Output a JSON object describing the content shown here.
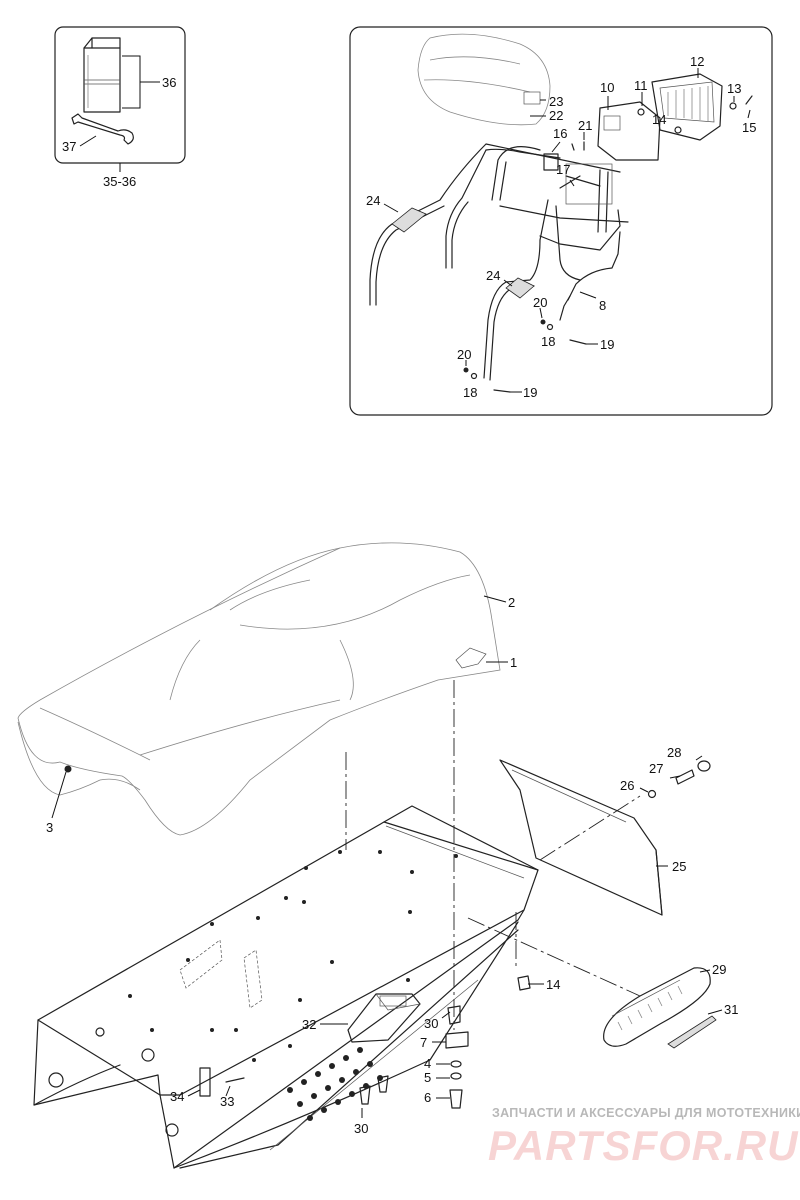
{
  "inset_small": {
    "labels": [
      {
        "id": "36",
        "text": "36"
      },
      {
        "id": "37",
        "text": "37"
      },
      {
        "id": "group",
        "text": "35-36"
      }
    ]
  },
  "inset_rack": {
    "labels": [
      {
        "id": "23",
        "text": "23"
      },
      {
        "id": "22",
        "text": "22"
      },
      {
        "id": "10",
        "text": "10"
      },
      {
        "id": "11",
        "text": "11"
      },
      {
        "id": "12",
        "text": "12"
      },
      {
        "id": "13",
        "text": "13"
      },
      {
        "id": "14",
        "text": "14"
      },
      {
        "id": "15",
        "text": "15"
      },
      {
        "id": "16",
        "text": "16"
      },
      {
        "id": "21",
        "text": "21"
      },
      {
        "id": "17",
        "text": "17"
      },
      {
        "id": "24a",
        "text": "24"
      },
      {
        "id": "24b",
        "text": "24"
      },
      {
        "id": "8",
        "text": "8"
      },
      {
        "id": "20a",
        "text": "20"
      },
      {
        "id": "18a",
        "text": "18"
      },
      {
        "id": "19a",
        "text": "19"
      },
      {
        "id": "20b",
        "text": "20"
      },
      {
        "id": "18b",
        "text": "18"
      },
      {
        "id": "19b",
        "text": "19"
      }
    ]
  },
  "main": {
    "labels": [
      {
        "id": "2",
        "text": "2"
      },
      {
        "id": "1",
        "text": "1"
      },
      {
        "id": "3",
        "text": "3"
      },
      {
        "id": "28",
        "text": "28"
      },
      {
        "id": "27",
        "text": "27"
      },
      {
        "id": "26",
        "text": "26"
      },
      {
        "id": "25",
        "text": "25"
      },
      {
        "id": "29",
        "text": "29"
      },
      {
        "id": "31",
        "text": "31"
      },
      {
        "id": "14",
        "text": "14"
      },
      {
        "id": "30a",
        "text": "30"
      },
      {
        "id": "7",
        "text": "7"
      },
      {
        "id": "4",
        "text": "4"
      },
      {
        "id": "5",
        "text": "5"
      },
      {
        "id": "6",
        "text": "6"
      },
      {
        "id": "32",
        "text": "32"
      },
      {
        "id": "34",
        "text": "34"
      },
      {
        "id": "33",
        "text": "33"
      },
      {
        "id": "30b",
        "text": "30"
      }
    ]
  },
  "watermark": {
    "tagline": "ЗАПЧАСТИ И АКСЕССУАРЫ ДЛЯ МОТОТЕХНИКИ",
    "brand": "PARTSFOR.RU",
    "brand_color": "#e88c8c"
  }
}
